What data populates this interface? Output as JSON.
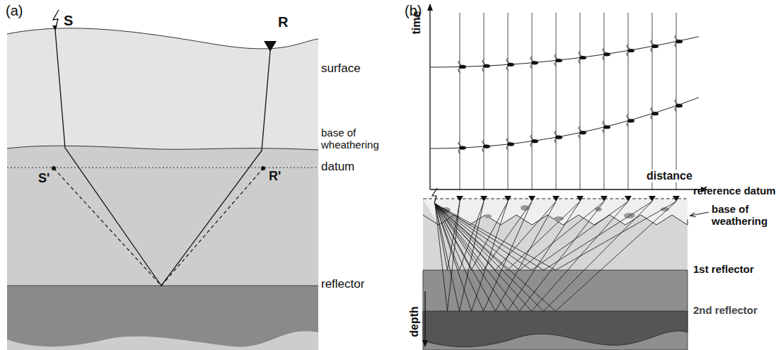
{
  "diagram": {
    "labels": [
      "(a)",
      "S",
      "R",
      "surface",
      "base of wheathering",
      "datum",
      "S'",
      "R'",
      "reflector",
      "(b)",
      "time",
      "distance",
      "reference datum",
      "base of weathering",
      "1st reflector",
      "2nd reflector",
      "depth"
    ]
  }
}
